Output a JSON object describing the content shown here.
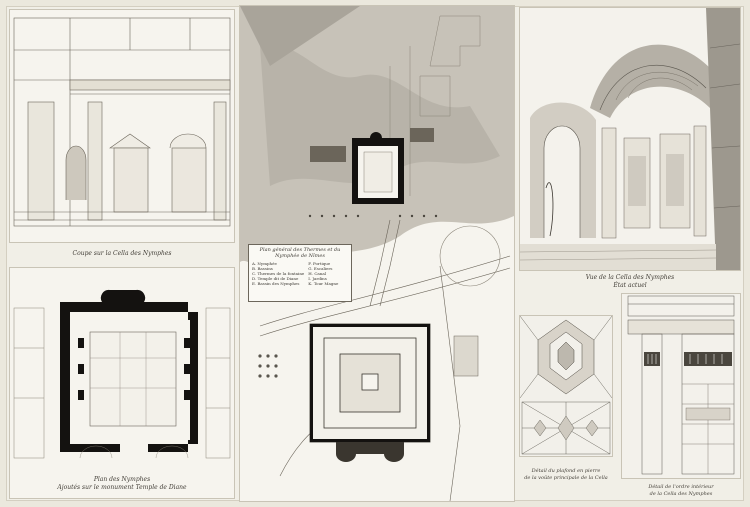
{
  "captions": {
    "section": "Coupe sur la Cella des Nymphes",
    "plan_line1": "Plan des Nymphes",
    "plan_line2": "Ajoutés sur le monument Temple de Diane",
    "overview": "Plan général des Thermes et du Nymphée de Nîmes",
    "view_line1": "Vue de la Cella des Nymphes",
    "view_line2": "État actuel",
    "ceiling_line1": "Détail du plafond en pierre",
    "ceiling_line2": "de la voûte principale de la Cella",
    "capital_line1": "Détail de l'ordre intérieur",
    "capital_line2": "de la Cella des Nymphes"
  },
  "legend": {
    "col1": [
      "A. Nymphée",
      "B. Bassins",
      "C. Thermes de la fontaine",
      "D. Temple dit de Diane",
      "E. Bassin des Nymphes"
    ],
    "col2": [
      "F. Portique",
      "G. Escaliers",
      "H. Canal",
      "I. Jardins",
      "K. Tour Magne"
    ]
  },
  "colors": {
    "paper": "#f6f4ee",
    "ink": "#3a362f",
    "wash": "#cfcac0",
    "solid": "#141210"
  }
}
